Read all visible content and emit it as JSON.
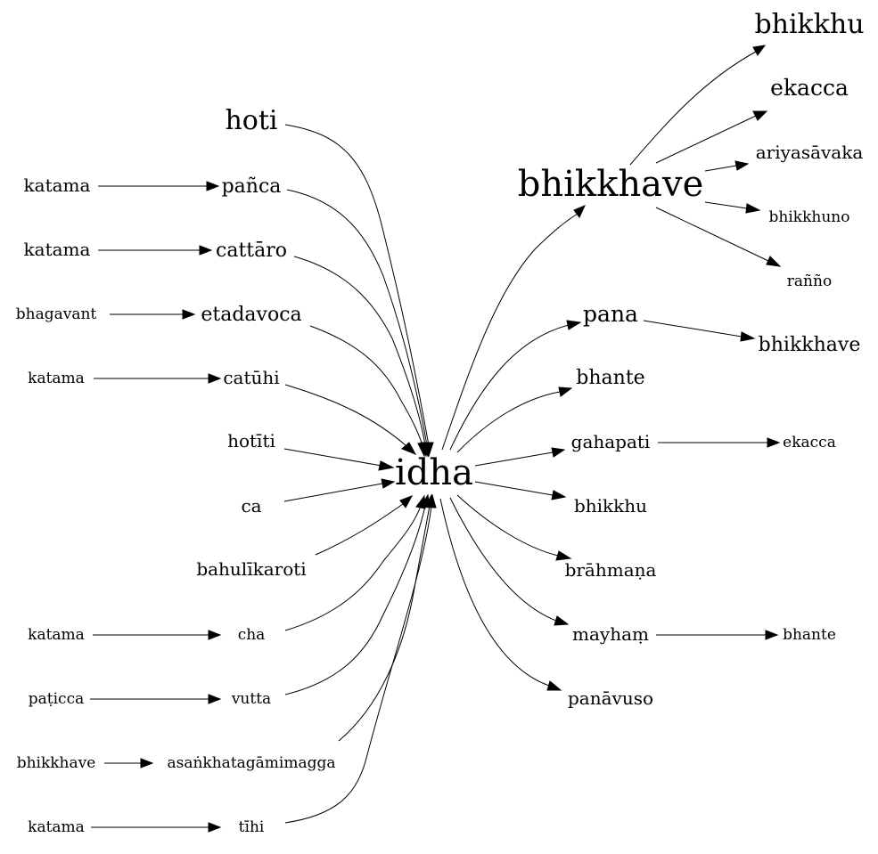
{
  "graph": {
    "center": "idha",
    "nodes": {
      "idha": "idha",
      "hoti": "hoti",
      "katama1": "katama",
      "panca": "pañca",
      "katama2": "katama",
      "cattaro": "cattāro",
      "bhagavant": "bhagavant",
      "etadavoca": "etadavoca",
      "katama3": "katama",
      "catuhi": "catūhi",
      "hotiti": "hotīti",
      "ca": "ca",
      "bahulikaroti": "bahulīkaroti",
      "katama4": "katama",
      "cha": "cha",
      "paticca": "paṭicca",
      "vutta": "vutta",
      "bhikkhave_l": "bhikkhave",
      "asankhata": "asaṅkhatagāmimagga",
      "katama5": "katama",
      "tihi": "tīhi",
      "bhikkhave_r": "bhikkhave",
      "bhikkhu_t": "bhikkhu",
      "ekacca_t": "ekacca",
      "ariyasavaka": "ariyasāvaka",
      "bhikkhuno": "bhikkhuno",
      "ranno": "rañño",
      "pana": "pana",
      "bhikkhave_p": "bhikkhave",
      "bhante1": "bhante",
      "gahapati": "gahapati",
      "ekacca_g": "ekacca",
      "bhikkhu_m": "bhikkhu",
      "brahmana": "brāhmaṇa",
      "mayham": "mayhaṃ",
      "bhante2": "bhante",
      "panavuso": "panāvuso"
    },
    "edges": [
      [
        "hoti",
        "idha"
      ],
      [
        "katama1",
        "panca"
      ],
      [
        "panca",
        "idha"
      ],
      [
        "katama2",
        "cattaro"
      ],
      [
        "cattaro",
        "idha"
      ],
      [
        "bhagavant",
        "etadavoca"
      ],
      [
        "etadavoca",
        "idha"
      ],
      [
        "katama3",
        "catuhi"
      ],
      [
        "catuhi",
        "idha"
      ],
      [
        "hotiti",
        "idha"
      ],
      [
        "ca",
        "idha"
      ],
      [
        "bahulikaroti",
        "idha"
      ],
      [
        "katama4",
        "cha"
      ],
      [
        "cha",
        "idha"
      ],
      [
        "paticca",
        "vutta"
      ],
      [
        "vutta",
        "idha"
      ],
      [
        "bhikkhave_l",
        "asankhata"
      ],
      [
        "asankhata",
        "idha"
      ],
      [
        "katama5",
        "tihi"
      ],
      [
        "tihi",
        "idha"
      ],
      [
        "idha",
        "bhikkhave_r"
      ],
      [
        "bhikkhave_r",
        "bhikkhu_t"
      ],
      [
        "bhikkhave_r",
        "ekacca_t"
      ],
      [
        "bhikkhave_r",
        "ariyasavaka"
      ],
      [
        "bhikkhave_r",
        "bhikkhuno"
      ],
      [
        "bhikkhave_r",
        "ranno"
      ],
      [
        "idha",
        "pana"
      ],
      [
        "pana",
        "bhikkhave_p"
      ],
      [
        "idha",
        "bhante1"
      ],
      [
        "idha",
        "gahapati"
      ],
      [
        "gahapati",
        "ekacca_g"
      ],
      [
        "idha",
        "bhikkhu_m"
      ],
      [
        "idha",
        "brahmana"
      ],
      [
        "idha",
        "mayham"
      ],
      [
        "mayham",
        "bhante2"
      ],
      [
        "idha",
        "panavuso"
      ]
    ]
  }
}
